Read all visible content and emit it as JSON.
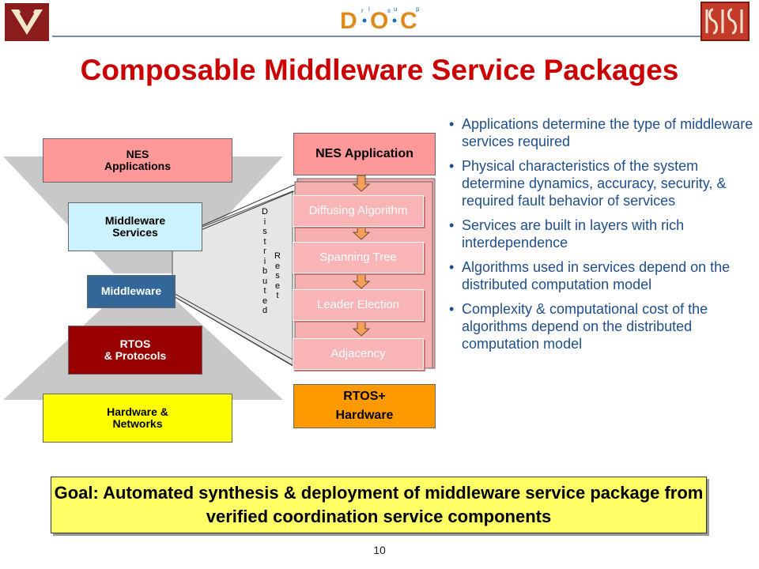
{
  "header": {
    "logo_center": "D·O·C",
    "logo_center_letters": [
      "r",
      "i",
      "s",
      "u",
      "p"
    ]
  },
  "title": "Composable Middleware Service Packages",
  "left_stack": {
    "nes_applications": "NES\nApplications",
    "middleware_services": "Middleware\nServices",
    "middleware": "Middleware",
    "rtos_protocols": "RTOS\n& Protocols",
    "hardware_networks": "Hardware &\nNetworks"
  },
  "middle_stack": {
    "nes_application": "NES Application",
    "diffusing_algorithm": "Diffusing Algorithm",
    "spanning_tree": "Spanning Tree",
    "leader_election": "Leader Election",
    "adjacency": "Adjacency",
    "rtos_hardware": "RTOS+\nHardware",
    "distributed_vertical": "Distributed",
    "reset_vertical": "Reset"
  },
  "bullets": [
    "Applications determine the type of middleware services required",
    "Physical characteristics of the system determine dynamics, accuracy, security, & required fault behavior of services",
    "Services are built in layers with rich interdependence",
    "Algorithms used in services depend on the distributed computation model",
    "Complexity & computational cost of the algorithms depend on the distributed computation model"
  ],
  "goal": "Goal: Automated synthesis & deployment of middleware service package from verified coordination service components",
  "page_number": "10",
  "colors": {
    "title": "#cc0000",
    "bullet_text": "#1f4e8c",
    "nes_pink": "#ff9999",
    "middleware_services_blue": "#ccf2ff",
    "middleware_dark_blue": "#336699",
    "rtos_red": "#990000",
    "hardware_yellow": "#ffff00",
    "service_pink": "#f9b5b5",
    "rtos_orange": "#ff9900",
    "goal_yellow": "#ffff66"
  }
}
